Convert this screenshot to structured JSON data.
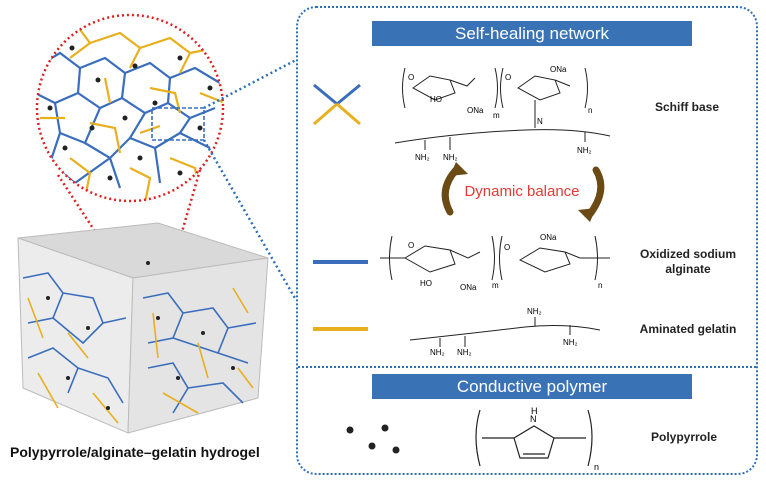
{
  "network_title": "Self-healing network",
  "schiff_label": "Schiff base",
  "dynamic_label": "Dynamic balance",
  "osa_label": "Oxidized sodium alginate",
  "gelatin_label": "Aminated gelatin",
  "conductive_title": "Conductive polymer",
  "ppy_label": "Polypyrrole",
  "caption": "Polypyrrole/alginate–gelatin hydrogel",
  "chem": {
    "o": "O",
    "ho": "HO",
    "ona": "ONa",
    "n": "N",
    "nh": "H",
    "nh2": "NH₂",
    "m": "m",
    "n_sub": "n"
  },
  "colors": {
    "alginate_blue": "#3a6ebd",
    "gelatin_yellow": "#e8b01e",
    "accent_red": "#e53935",
    "header_blue": "#3a73b5",
    "dotted_red": "#e02020",
    "dotted_blue": "#2f6fb8",
    "arrow_brown": "#6b4a14"
  }
}
